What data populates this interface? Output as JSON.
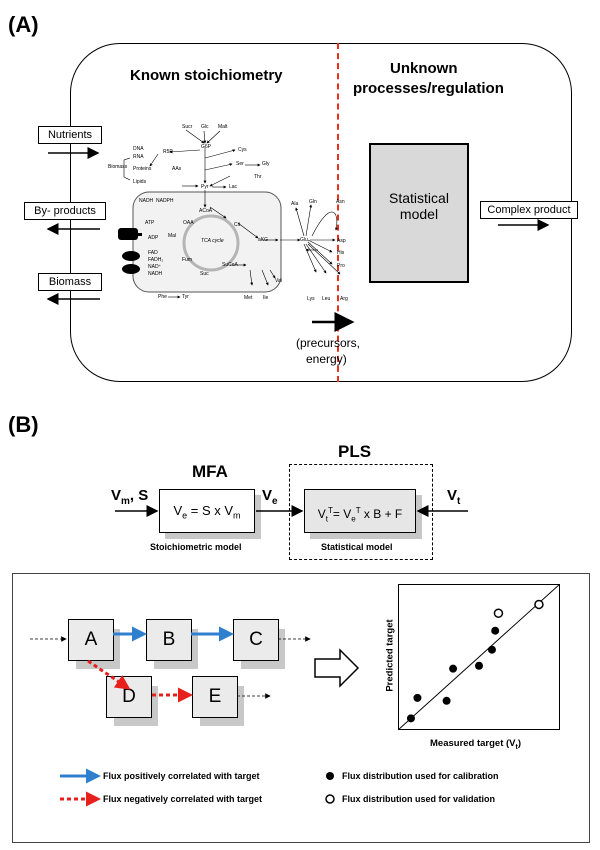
{
  "panelA": {
    "label": "(A)",
    "known_title": "Known stoichiometry",
    "unknown_title_1": "Unknown",
    "unknown_title_2": "processes/regulation",
    "inputs": [
      "Nutrients",
      "By- products",
      "Biomass"
    ],
    "statistical_model": [
      "Statistical",
      "model"
    ],
    "complex_product": "Complex product",
    "precursors_1": "(precursors,",
    "precursors_2": "energy)",
    "network_labels": {
      "sucr": "Sucr",
      "glc": "Glc",
      "malt": "Malt",
      "g6p": "G6P",
      "r5p": "R5P",
      "dna": "DNA",
      "rna": "RNA",
      "biomass": "Biomass",
      "proteins": "Proteins",
      "aas": "AAs",
      "lipids": "Lipids",
      "cys": "Cys",
      "ser": "Ser",
      "gly": "Gly",
      "pyr": "Pyr",
      "lac": "Lac",
      "thr": "Thr",
      "nadh": "NADH",
      "nadph": "NADPH",
      "acoa": "ACoA",
      "oaa": "OAA",
      "cit": "Cit",
      "tca": "TCA cycle",
      "mal": "Mal",
      "fum": "Fum",
      "akg": "aKG",
      "succoa": "SuCoA",
      "suc": "Suc",
      "atp": "ATP",
      "adp": "ADP",
      "fad": "FAD",
      "fadh2": "FADH₂",
      "nad": "NAD⁺",
      "nadh2": "NADH",
      "ala": "Ala",
      "gln": "Gln",
      "asn": "Asn",
      "glu": "Glu",
      "asp": "Asp",
      "his": "His",
      "pro": "Pro",
      "val": "Val",
      "met": "Met",
      "ile": "Ile",
      "lys": "Lys",
      "leu": "Leu",
      "arg": "Arg",
      "phe": "Phe",
      "tyr": "Tyr"
    }
  },
  "panelB": {
    "label": "(B)",
    "mfa_title": "MFA",
    "pls_title": "PLS",
    "input_main": "V",
    "input_sub": "m",
    "input_rest": ", S",
    "ve_main": "V",
    "ve_sub": "e",
    "vt_main": "V",
    "vt_sub": "t",
    "mfa_eq": {
      "a": "V",
      "a_sub": "e",
      "b": " = S x V",
      "b_sub": "m"
    },
    "pls_eq": {
      "a": "V",
      "a_sub": "t",
      "a_sup": "T",
      "b": "= V",
      "b_sub": "e",
      "b_sup": "T",
      "c": " x B + F"
    },
    "stoich_caption": "Stoichiometric model",
    "stat_caption": "Statistical model",
    "nodes": [
      "A",
      "B",
      "C",
      "D",
      "E"
    ],
    "ylabel": "Predicted target",
    "xlabel": "Measured target (V",
    "xlabel_sub": "t",
    "xlabel_end": ")",
    "legend": {
      "pos_flux": "Flux positively correlated with target",
      "neg_flux": "Flux negatively correlated with target",
      "calibration": "Flux distribution used for calibration",
      "validation": "Flux distribution used for validation"
    },
    "colors": {
      "positive": "#2f7fcf",
      "negative": "#e8201c",
      "divider": "#e8301c"
    }
  },
  "chart_data": {
    "type": "scatter",
    "xlabel": "Measured target (Vt)",
    "ylabel": "Predicted target",
    "series": [
      {
        "name": "Flux distribution used for calibration",
        "x": [
          0.08,
          0.12,
          0.3,
          0.34,
          0.5,
          0.58,
          0.6
        ],
        "y": [
          0.08,
          0.22,
          0.2,
          0.42,
          0.44,
          0.55,
          0.68
        ]
      },
      {
        "name": "Flux distribution used for validation",
        "x": [
          0.62,
          0.87
        ],
        "y": [
          0.8,
          0.86
        ]
      }
    ],
    "xlim": [
      0,
      1
    ],
    "ylim": [
      0,
      1
    ]
  }
}
